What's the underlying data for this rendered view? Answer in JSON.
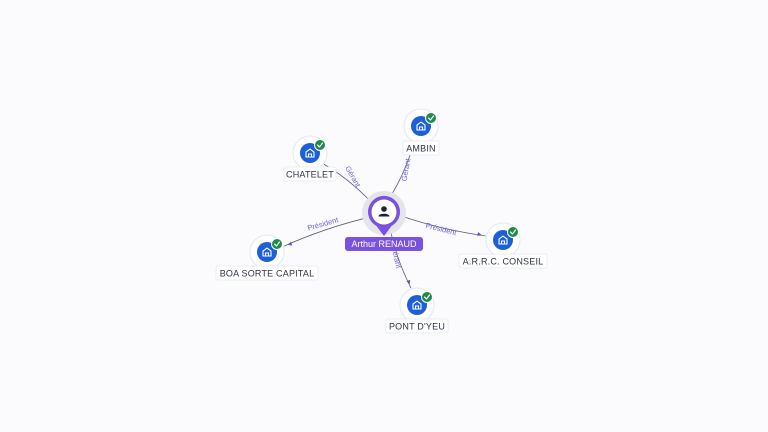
{
  "center": {
    "name": "Arthur RENAUD",
    "icon": "person-icon",
    "color": "#7a52e0"
  },
  "companies": [
    {
      "id": "ambin",
      "name": "AMBIN",
      "role": "Gérant",
      "icon": "company-icon",
      "status": "verified"
    },
    {
      "id": "chatelet",
      "name": "CHATELET",
      "role": "Gérant",
      "icon": "company-icon",
      "status": "verified"
    },
    {
      "id": "arrc",
      "name": "A.R.R.C. CONSEIL",
      "role": "Président",
      "icon": "company-icon",
      "status": "verified"
    },
    {
      "id": "boa",
      "name": "BOA SORTE CAPITAL",
      "role": "Président",
      "icon": "company-icon",
      "status": "verified"
    },
    {
      "id": "pontdyeu",
      "name": "PONT D'YEU",
      "role": "Gérant",
      "icon": "company-icon",
      "status": "verified"
    }
  ],
  "colors": {
    "company": "#1d5fd6",
    "badge": "#1f8a4c",
    "edge_label": "#6f62d8"
  }
}
